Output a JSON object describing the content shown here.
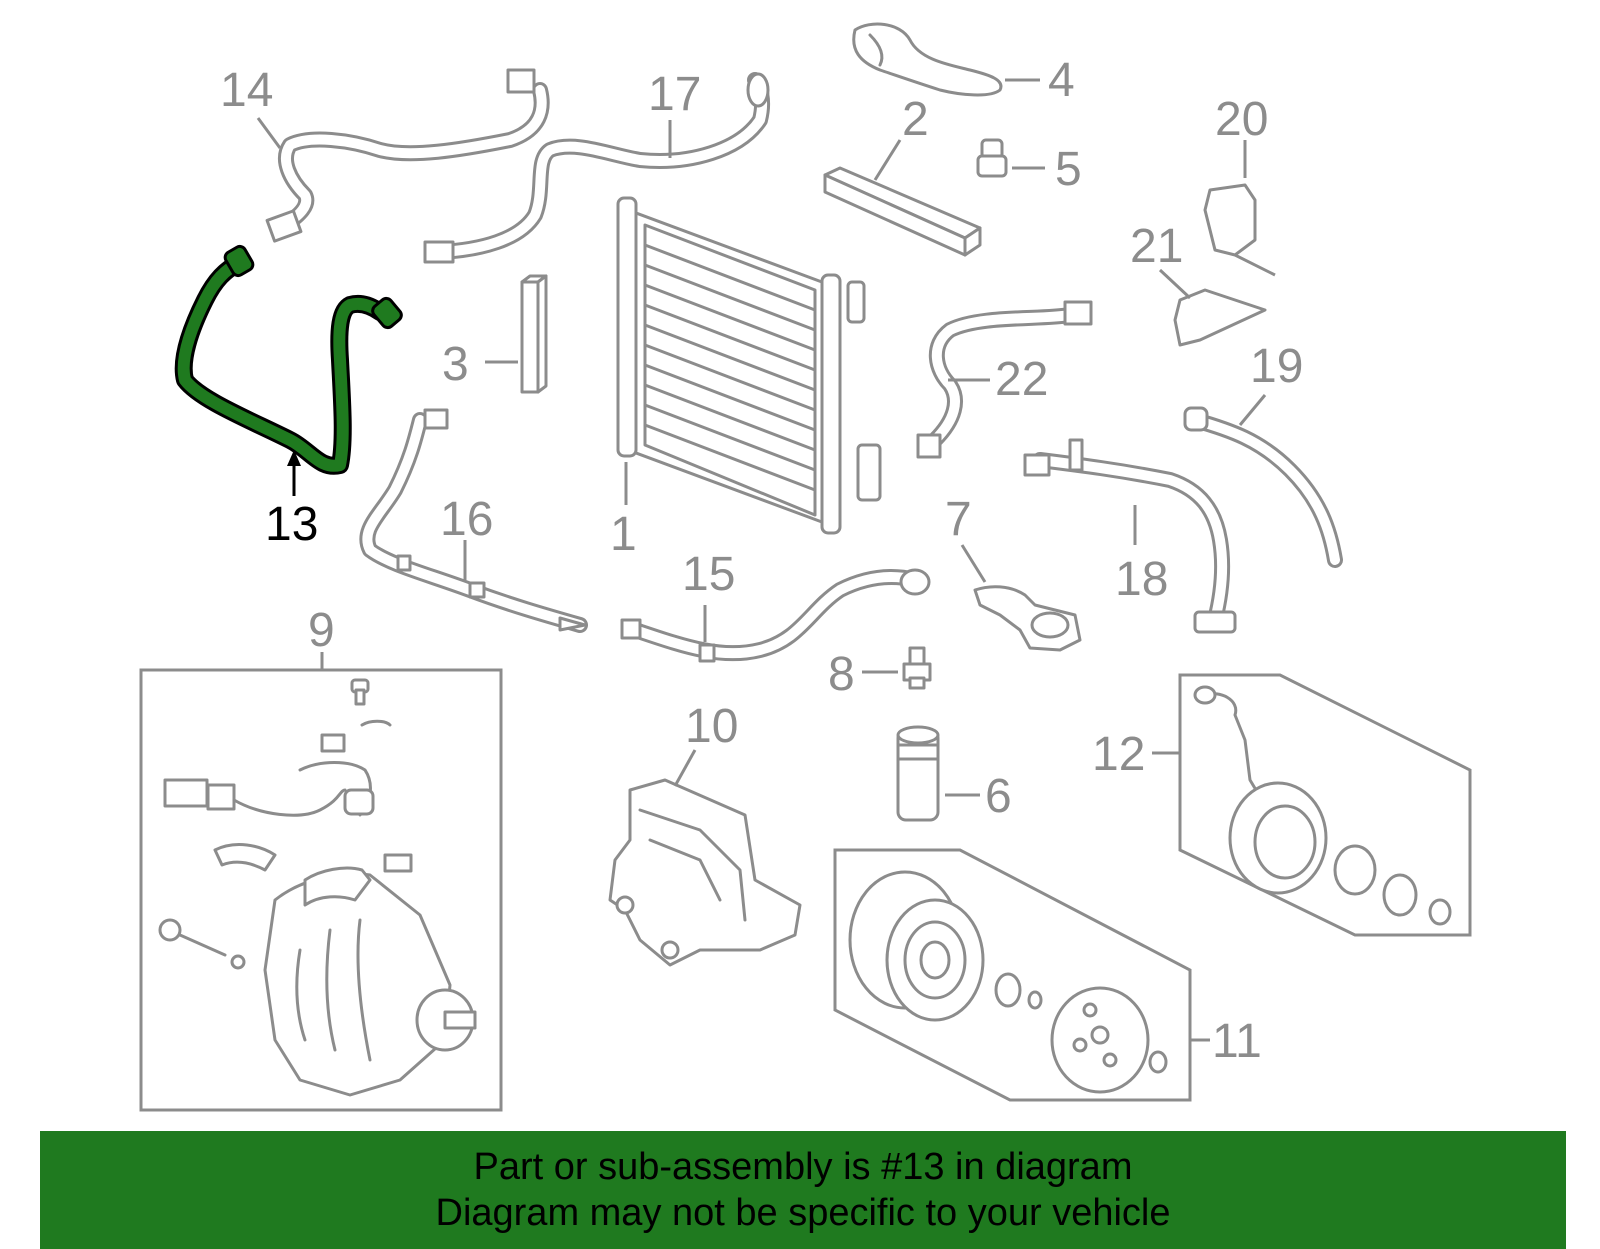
{
  "diagram": {
    "highlight_color": "#1f7a1f",
    "line_color": "#8c8c8c",
    "callouts": {
      "c1": "1",
      "c2": "2",
      "c3": "3",
      "c4": "4",
      "c5": "5",
      "c6": "6",
      "c7": "7",
      "c8": "8",
      "c9": "9",
      "c10": "10",
      "c11": "11",
      "c12": "12",
      "c13": "13",
      "c14": "14",
      "c15": "15",
      "c16": "16",
      "c17": "17",
      "c18": "18",
      "c19": "19",
      "c20": "20",
      "c21": "21",
      "c22": "22"
    }
  },
  "footer": {
    "line1": "Part or sub-assembly is #13 in diagram",
    "line2": "Diagram may not be specific to your vehicle",
    "background": "#1f7a1f"
  }
}
